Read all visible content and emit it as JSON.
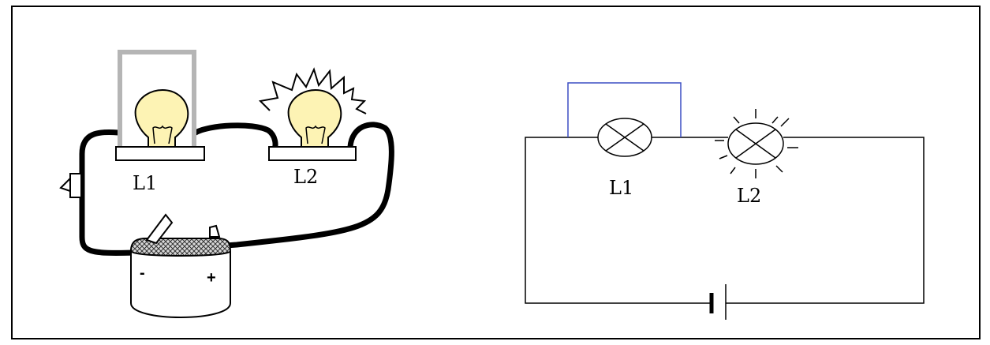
{
  "pictorial": {
    "bulb1_label": "L1",
    "bulb2_label": "L2",
    "battery_minus": "-",
    "battery_plus": "+"
  },
  "schematic": {
    "lamp1_label": "L1",
    "lamp2_label": "L2"
  },
  "colors": {
    "wire": "#000000",
    "short_wire": "#3b4fc4",
    "bulb_glass": "#fdf3b4",
    "shield": "#b5b5b5"
  }
}
